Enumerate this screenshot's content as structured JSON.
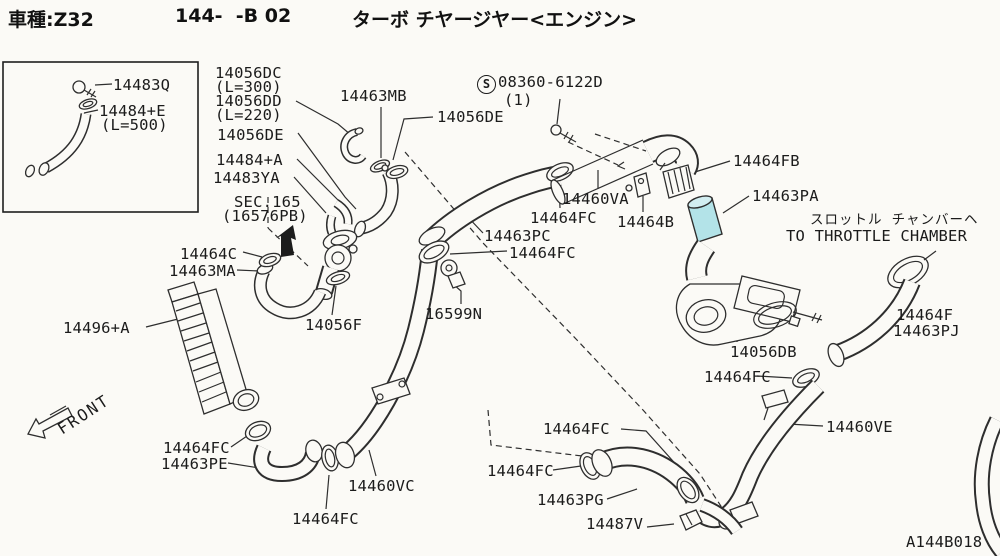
{
  "header": {
    "model": "車種:Z32",
    "page_code": "144-  -B 02",
    "title": "ターボ チヤージヤー<エンジン>"
  },
  "drawing_code": "A144B018",
  "front_label": "FRONT",
  "section_ref": {
    "line1": "SEC.165",
    "line2": "(16576PB)"
  },
  "screw_note": {
    "symbol": "S",
    "part": "08360-6122D",
    "qty": "(1)"
  },
  "throttle_note": {
    "jp": "スロットル チャンバーヘ",
    "en": "TO THROTTLE CHAMBER"
  },
  "highlighted_part": "14463PA",
  "colors": {
    "highlight": "#b3e3e8",
    "line": "#2e2e2e",
    "background": "#fbfaf6"
  },
  "labels": [
    "14483Q",
    "14484+E",
    "(L=500)",
    "14056DC",
    "(L=300)",
    "14056DD",
    "(L=220)",
    "14463MB",
    "14056DE",
    "14484+A",
    "14483YA",
    "14056DE",
    "14464FB",
    "14463PA",
    "14460VA",
    "14464FC",
    "14464B",
    "14463PC",
    "14464FC",
    "14464C",
    "14463MA",
    "14056F",
    "16599N",
    "14496+A",
    "14056DB",
    "14464FC",
    "14464F",
    "14463PJ",
    "14460VE",
    "14464FC",
    "14463PE",
    "14460VC",
    "14464FC",
    "14464FC",
    "14464FC",
    "14463PG",
    "14487V"
  ]
}
